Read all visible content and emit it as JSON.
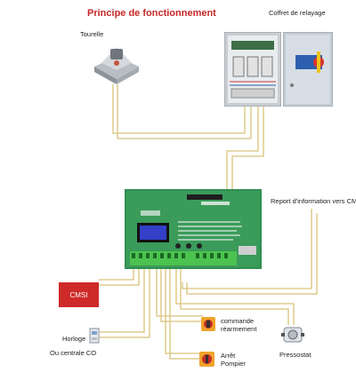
{
  "title": "Principe de fonctionnement",
  "labels": {
    "tourelle": "Tourelle",
    "coffret": "Coffret de relayage",
    "report": "Report d'information vers CMSI",
    "cmsi": "CMSI",
    "horloge": "Horloge",
    "centrale": "Ou centrale CO",
    "commande_line1": "commande",
    "commande_line2": "réarmement",
    "arret_line1": "Arrêt",
    "arret_line2": "Pompier",
    "pressostat": "Pressostat"
  },
  "colors": {
    "title": "#c62828",
    "wire": "#d8c27a",
    "cmsi_box": "#cf2a2a",
    "board": "#2f8f4f"
  }
}
